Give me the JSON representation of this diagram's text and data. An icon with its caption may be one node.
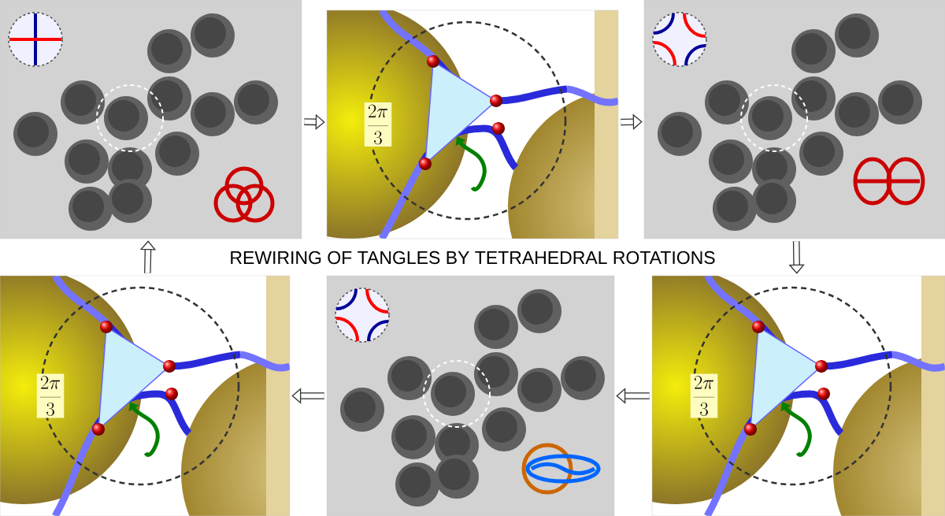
{
  "diagram": {
    "title": "REWIRING OF TANGLES BY TETRAHEDRAL ROTATIONS",
    "nodes": [
      {
        "text": [],
        "shape": "picture"
      },
      {
        "text": [
          "\\frac{2\\pi}{3}"
        ]
      },
      {
        "text": [],
        "shape": "picture"
      },
      {
        "text": [
          "\\frac{2\\pi}{3}"
        ]
      },
      {
        "text": [],
        "shape": "picture"
      },
      {
        "text": [
          "\\frac{2\\pi}{3}"
        ]
      }
    ],
    "edges": [
      {
        "from": 0,
        "to": 1,
        "arrow": "to"
      },
      {
        "from": 1,
        "to": 2,
        "arrow": "to"
      },
      {
        "from": 2,
        "to": 5,
        "arrow": "to"
      },
      {
        "from": 5,
        "to": 4,
        "arrow": "to"
      },
      {
        "from": 4,
        "to": 3,
        "arrow": "to"
      },
      {
        "from": 3,
        "to": 0,
        "arrow": "to"
      }
    ]
  }
}
